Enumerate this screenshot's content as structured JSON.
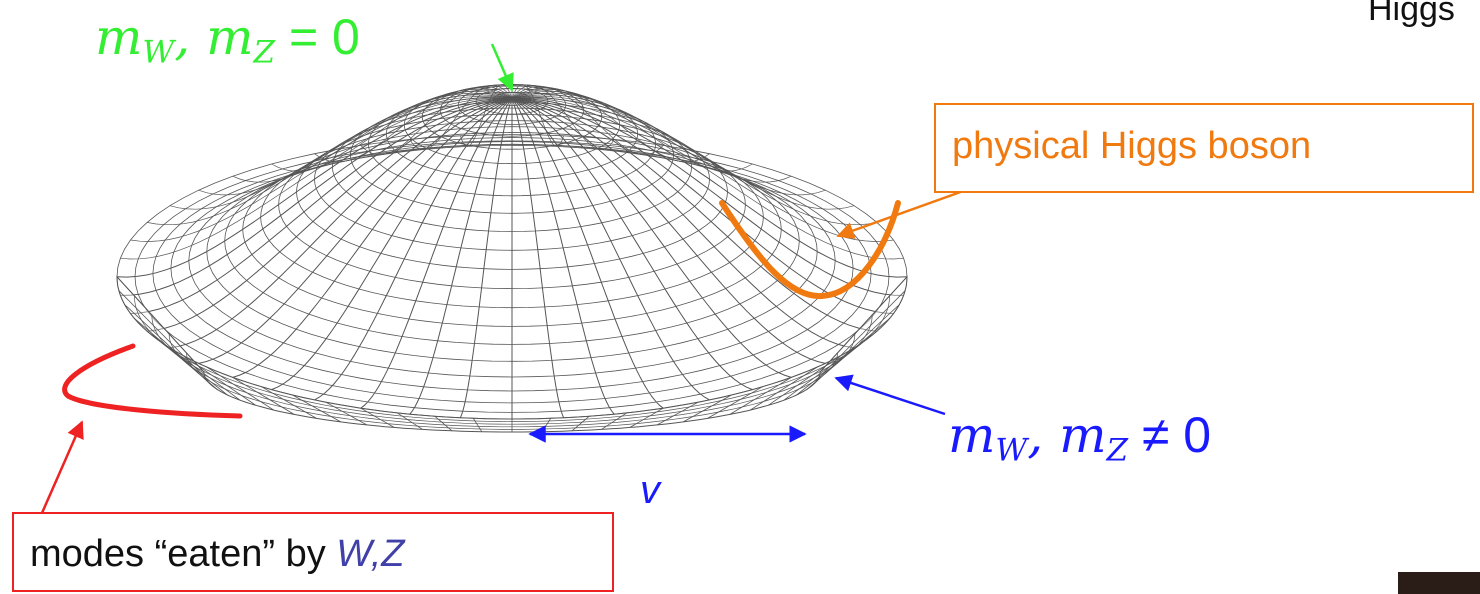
{
  "corner_title": "Higgs",
  "top_label": {
    "base": "m",
    "sub_w": "W",
    "sep": ", ",
    "base2": "m",
    "sub_z": "Z",
    "rel": " = ",
    "val": "0"
  },
  "bottom_label": {
    "base": "m",
    "sub_w": "W",
    "sep": ", ",
    "base2": "m",
    "sub_z": "Z",
    "rel": " ≠ ",
    "val": "0"
  },
  "higgs_box": {
    "text": "physical Higgs boson"
  },
  "eaten_box": {
    "prefix": "modes “eaten” by ",
    "emph": "W,Z"
  },
  "v_label": "v",
  "colors": {
    "massless": "#33ee33",
    "massive": "#1a1aff",
    "higgs": "#f07a10",
    "goldstone": "#ee2222",
    "emph": "#4040a8",
    "mesh": "#555555"
  }
}
